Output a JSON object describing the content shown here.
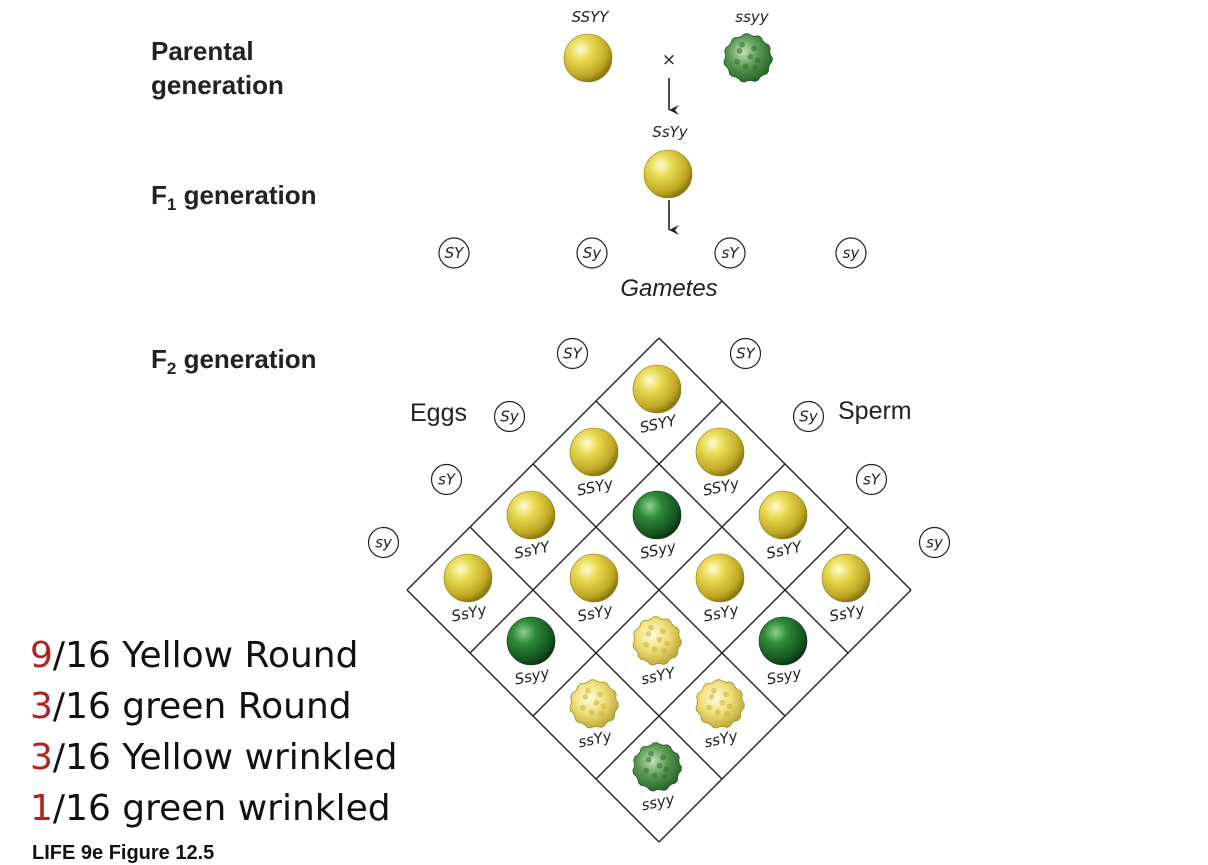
{
  "labels": {
    "parental": [
      "Parental",
      "generation"
    ],
    "f1": {
      "prefix": "F",
      "sub": "1",
      "suffix": " generation"
    },
    "f2": {
      "prefix": "F",
      "sub": "2",
      "suffix": " generation"
    },
    "gametes": "Gametes",
    "eggs": "Eggs",
    "sperm": "Sperm",
    "cross_symbol": "×"
  },
  "parents": [
    {
      "genotype": "SSYY",
      "phenotype": "yellow-round"
    },
    {
      "genotype": "ssyy",
      "phenotype": "green-wrinkled"
    }
  ],
  "f1": {
    "genotype": "SsYy",
    "phenotype": "yellow-round"
  },
  "gametes": [
    "SY",
    "Sy",
    "sY",
    "sy"
  ],
  "punnett": {
    "egg_alleles": [
      "SY",
      "Sy",
      "sY",
      "sy"
    ],
    "sperm_alleles": [
      "SY",
      "Sy",
      "sY",
      "sy"
    ],
    "cells": [
      [
        {
          "g": "SSYY",
          "p": "yellow-round"
        },
        {
          "g": "SSYy",
          "p": "yellow-round"
        },
        {
          "g": "SsYY",
          "p": "yellow-round"
        },
        {
          "g": "SsYy",
          "p": "yellow-round"
        }
      ],
      [
        {
          "g": "SSYy",
          "p": "yellow-round"
        },
        {
          "g": "SSyy",
          "p": "green-round"
        },
        {
          "g": "SsYy",
          "p": "yellow-round"
        },
        {
          "g": "Ssyy",
          "p": "green-round"
        }
      ],
      [
        {
          "g": "SsYY",
          "p": "yellow-round"
        },
        {
          "g": "SsYy",
          "p": "yellow-round"
        },
        {
          "g": "ssYY",
          "p": "yellow-wrinkled"
        },
        {
          "g": "ssYy",
          "p": "yellow-wrinkled"
        }
      ],
      [
        {
          "g": "SsYy",
          "p": "yellow-round"
        },
        {
          "g": "Ssyy",
          "p": "green-round"
        },
        {
          "g": "ssYy",
          "p": "yellow-wrinkled"
        },
        {
          "g": "ssyy",
          "p": "green-wrinkled"
        }
      ]
    ]
  },
  "ratios": [
    {
      "num": "9",
      "rest": "/16 Yellow Round"
    },
    {
      "num": "3",
      "rest": "/16 green Round"
    },
    {
      "num": "3",
      "rest": "/16 Yellow wrinkled"
    },
    {
      "num": "1",
      "rest": "/16 green wrinkled"
    }
  ],
  "footer": "LIFE 9e Figure 12.5",
  "colors": {
    "yellow_pea": "#d9c63a",
    "green_pea": "#2d7a34",
    "ratio_number": "#b3211f",
    "line": "#222222"
  }
}
